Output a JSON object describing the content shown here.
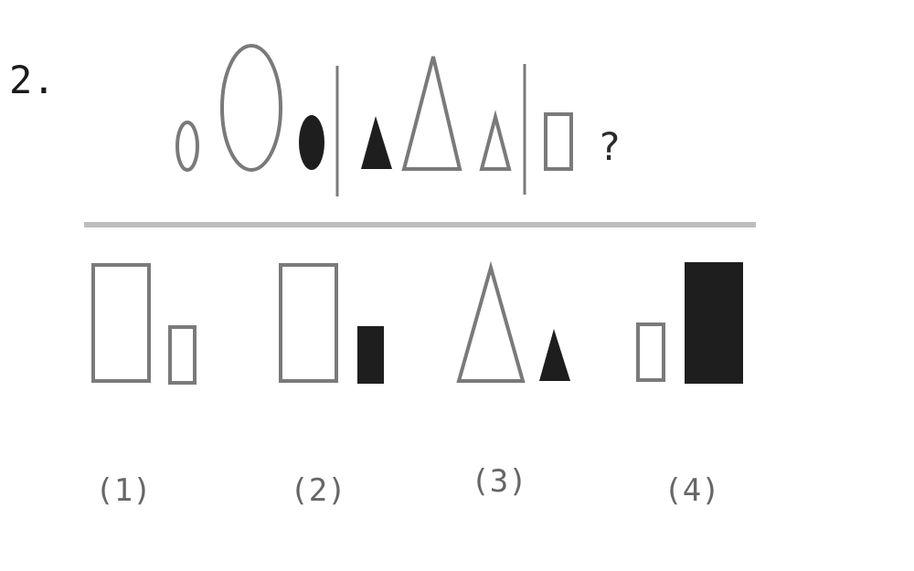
{
  "question": {
    "number": "2.",
    "unknown_mark": "?"
  },
  "options": [
    {
      "label": "(1)"
    },
    {
      "label": "(2)"
    },
    {
      "label": "(3)"
    },
    {
      "label": "(4)"
    }
  ],
  "colors": {
    "stroke": "#7a7a7a",
    "fill_dark": "#1e1e1e",
    "separator": "#bdbdbd",
    "text": "#1a1a1a"
  }
}
